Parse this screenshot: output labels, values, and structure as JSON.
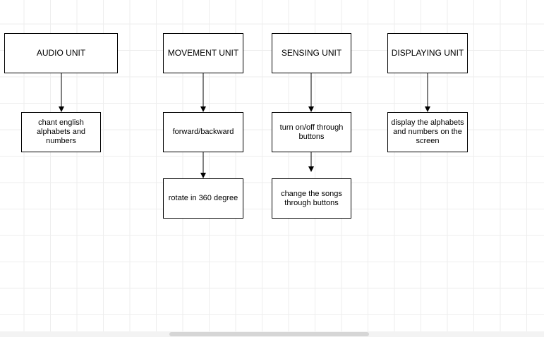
{
  "diagram": {
    "nodes": {
      "audio_unit": "AUDIO UNIT",
      "audio_action": "chant english alphabets and numbers",
      "movement_unit": "MOVEMENT UNIT",
      "movement_action_1": "forward/backward",
      "movement_action_2": "rotate in 360 degree",
      "sensing_unit": "SENSING UNIT",
      "sensing_action_1": "turn on/off through buttons",
      "sensing_action_2": "change the songs through buttons",
      "displaying_unit": "DISPLAYING UNIT",
      "displaying_action": "display the alphabets and numbers on the screen"
    },
    "edges": [
      [
        "audio_unit",
        "audio_action"
      ],
      [
        "movement_unit",
        "movement_action_1"
      ],
      [
        "movement_action_1",
        "movement_action_2"
      ],
      [
        "sensing_unit",
        "sensing_action_1"
      ],
      [
        "sensing_action_1",
        "sensing_action_2"
      ],
      [
        "displaying_unit",
        "displaying_action"
      ]
    ]
  },
  "colors": {
    "stroke": "#000000",
    "grid": "#eeeeee",
    "background": "#ffffff"
  }
}
